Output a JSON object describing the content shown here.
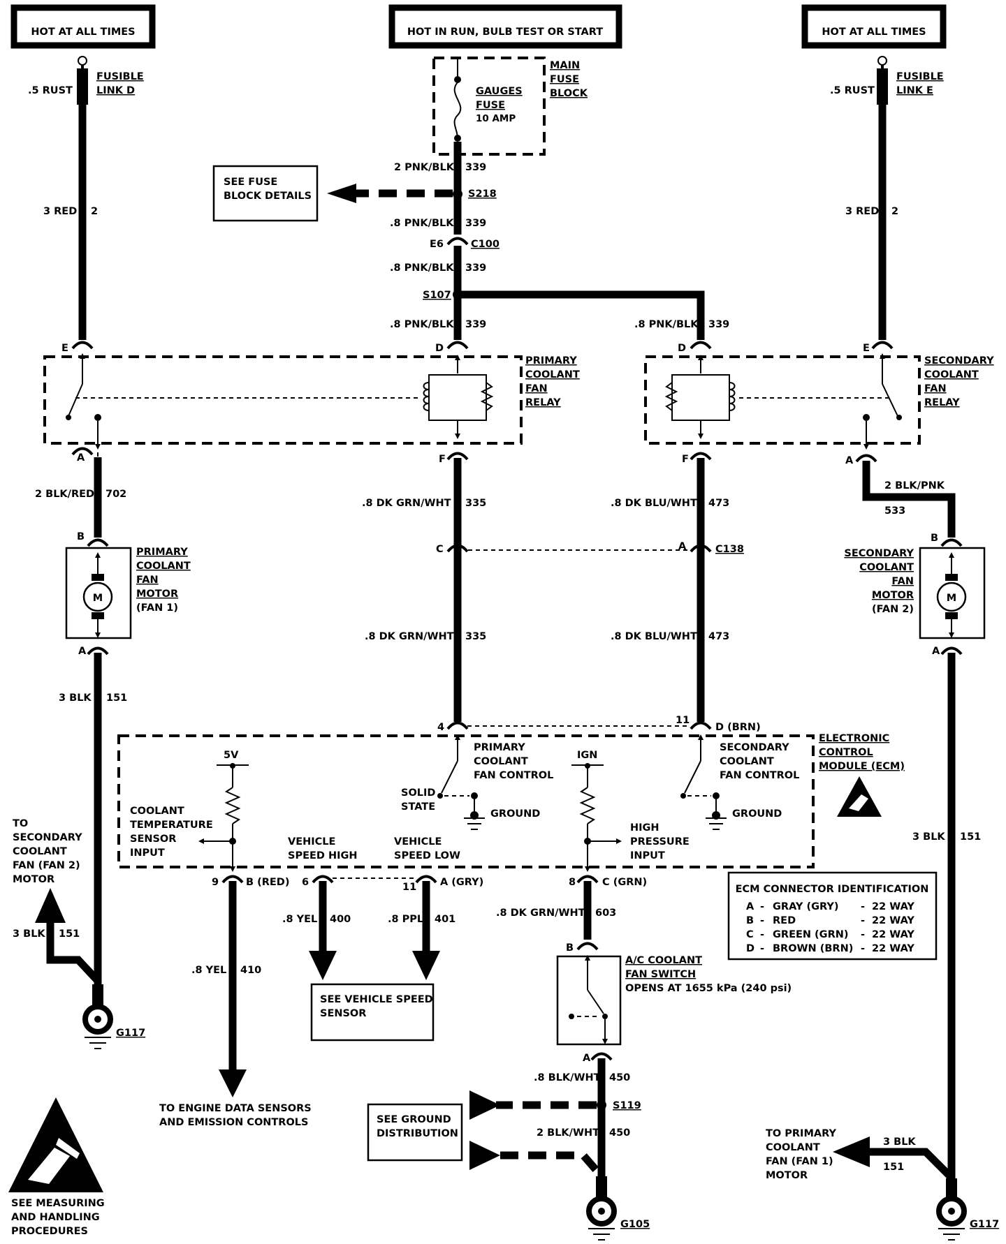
{
  "headers": {
    "left": "HOT AT ALL TIMES",
    "center": "HOT IN RUN, BULB TEST OR START",
    "right": "HOT AT ALL TIMES"
  },
  "fusible_left": {
    "wire": ".5 RUST",
    "l1": "FUSIBLE",
    "l2": "LINK D"
  },
  "fusible_right": {
    "wire": ".5 RUST",
    "l1": "FUSIBLE",
    "l2": "LINK E"
  },
  "fuse": {
    "l1": "GAUGES",
    "l2": "FUSE",
    "l3": "10 AMP"
  },
  "fuse_block": {
    "l1": "MAIN",
    "l2": "FUSE",
    "l3": "BLOCK"
  },
  "fuse_details": {
    "l1": "SEE FUSE",
    "l2": "BLOCK DETAILS"
  },
  "wires": {
    "pnk2": "2 PNK/BLK",
    "c339": "339",
    "pnk8": ".8 PNK/BLK",
    "red3": "3 RED",
    "c2": "2",
    "blkred": "2 BLK/RED",
    "c702": "702",
    "grnwht": ".8 DK GRN/WHT",
    "c335": "335",
    "bluwht": ".8 DK BLU/WHT",
    "c473": "473",
    "blkpnk": "2 BLK/PNK",
    "c533": "533",
    "blk3": "3 BLK",
    "c151": "151",
    "yel": ".8 YEL",
    "c400": "400",
    "ppl": ".8 PPL",
    "c401": "401",
    "c410": "410",
    "grnwht603": ".8 DK GRN/WHT",
    "c603": "603",
    "blkwht8": ".8 BLK/WHT",
    "blkwht2": "2 BLK/WHT",
    "c450": "450"
  },
  "splices": {
    "s218": "S218",
    "s107": "S107",
    "s119": "S119"
  },
  "connectors": {
    "e6": "E6",
    "c100": "C100",
    "c138": "C138"
  },
  "pins": {
    "E": "E",
    "D": "D",
    "A": "A",
    "F": "F",
    "B": "B",
    "C": "C"
  },
  "primary_relay": {
    "l1": "PRIMARY",
    "l2": "COOLANT",
    "l3": "FAN",
    "l4": "RELAY"
  },
  "secondary_relay": {
    "l1": "SECONDARY",
    "l2": "COOLANT",
    "l3": "FAN",
    "l4": "RELAY"
  },
  "primary_motor": {
    "l1": "PRIMARY",
    "l2": "COOLANT",
    "l3": "FAN",
    "l4": "MOTOR",
    "l5": "(FAN 1)",
    "symbol": "M"
  },
  "secondary_motor": {
    "l1": "SECONDARY",
    "l2": "COOLANT",
    "l3": "FAN",
    "l4": "MOTOR",
    "l5": "(FAN 2)",
    "symbol": "M"
  },
  "ecm": {
    "l1": "ELECTRONIC",
    "l2": "CONTROL",
    "l3": "MODULE (ECM)",
    "pin4": "4",
    "pin11": "11",
    "pinD": "D (BRN)",
    "v5": "5V",
    "ign": "IGN",
    "pfc1": "PRIMARY",
    "pfc2": "COOLANT",
    "pfc3": "FAN CONTROL",
    "sfc1": "SECONDARY",
    "sfc2": "COOLANT",
    "sfc3": "FAN CONTROL",
    "solid1": "SOLID",
    "solid2": "STATE",
    "ground": "GROUND",
    "cts1": "COOLANT",
    "cts2": "TEMPERATURE",
    "cts3": "SENSOR",
    "cts4": "INPUT",
    "vsh1": "VEHICLE",
    "vsh2": "SPEED HIGH",
    "vsl1": "VEHICLE",
    "vsl2": "SPEED LOW",
    "hp1": "HIGH",
    "hp2": "PRESSURE",
    "hp3": "INPUT",
    "p9": "9",
    "p9c": "B (RED)",
    "p6": "6",
    "p11": "11",
    "p11c": "A (GRY)",
    "p8": "8",
    "p8c": "C (GRN)"
  },
  "ecm_id": {
    "title": "ECM CONNECTOR IDENTIFICATION",
    "rows": [
      {
        "k": "A",
        "d": "-",
        "c": "GRAY (GRY)",
        "e": "-",
        "w": "22 WAY"
      },
      {
        "k": "B",
        "d": "-",
        "c": "RED",
        "e": "-",
        "w": "22 WAY"
      },
      {
        "k": "C",
        "d": "-",
        "c": "GREEN (GRN)",
        "e": "-",
        "w": "22 WAY"
      },
      {
        "k": "D",
        "d": "-",
        "c": "BROWN (BRN)",
        "e": "-",
        "w": "22 WAY"
      }
    ]
  },
  "to_secondary": {
    "l1": "TO",
    "l2": "SECONDARY",
    "l3": "COOLANT",
    "l4": "FAN (FAN 2)",
    "l5": "MOTOR"
  },
  "to_primary": {
    "l1": "TO PRIMARY",
    "l2": "COOLANT",
    "l3": "FAN (FAN 1)",
    "l4": "MOTOR"
  },
  "speed_sensor": {
    "l1": "SEE VEHICLE SPEED",
    "l2": "SENSOR"
  },
  "engine_data": {
    "l1": "TO ENGINE DATA SENSORS",
    "l2": "AND EMISSION CONTROLS"
  },
  "ground_dist": {
    "l1": "SEE GROUND",
    "l2": "DISTRIBUTION"
  },
  "ac_switch": {
    "l1": "A/C COOLANT",
    "l2": "FAN SWITCH",
    "l3": "OPENS AT 1655 kPa (240 psi)"
  },
  "grounds": {
    "g117": "G117",
    "g105": "G105"
  },
  "esd": {
    "l1": "SEE MEASURING",
    "l2": "AND HANDLING",
    "l3": "PROCEDURES"
  }
}
